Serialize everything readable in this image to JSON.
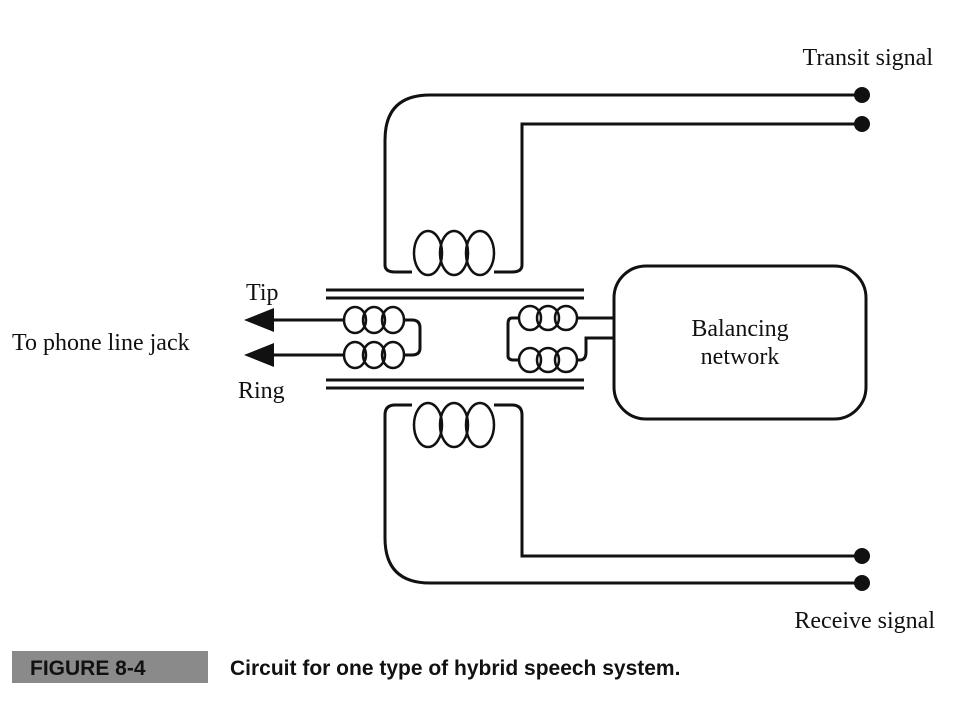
{
  "diagram": {
    "labels": {
      "transit_signal": "Transit signal",
      "receive_signal": "Receive signal",
      "to_phone_line_jack": "To phone line jack",
      "tip": "Tip",
      "ring": "Ring",
      "balancing_network_line1": "Balancing",
      "balancing_network_line2": "network"
    },
    "colors": {
      "ink": "#111111",
      "caption_box": "#8a8a8a"
    }
  },
  "caption": {
    "figure_number": "FIGURE 8-4",
    "text": "Circuit for one type of hybrid speech system."
  }
}
